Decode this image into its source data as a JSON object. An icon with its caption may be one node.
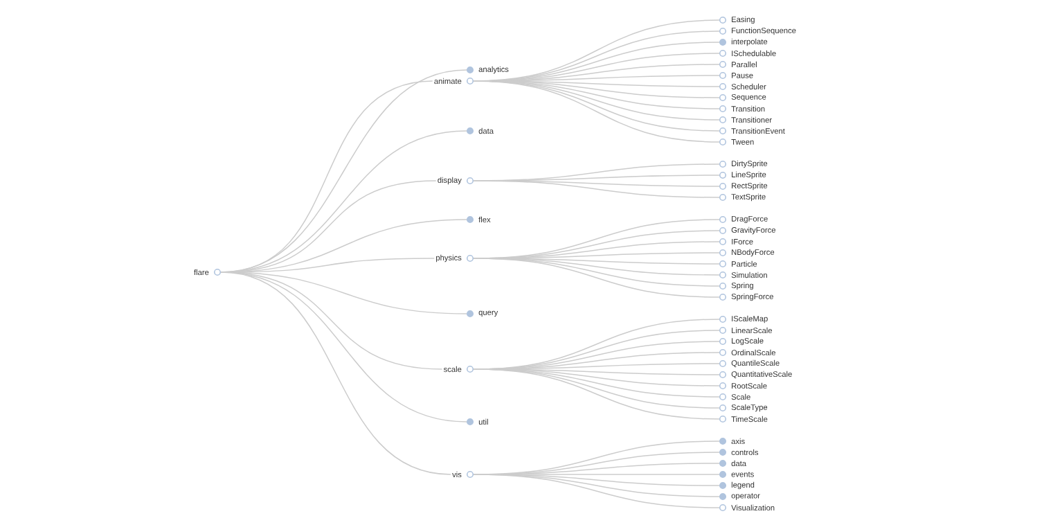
{
  "diagram": {
    "nodes": [
      {
        "text": [
          "flare"
        ]
      },
      {
        "text": [
          "analytics"
        ]
      },
      {
        "text": [
          "animate"
        ]
      },
      {
        "text": [
          "Easing"
        ]
      },
      {
        "text": [
          "FunctionSequence"
        ]
      },
      {
        "text": [
          "interpolate"
        ]
      },
      {
        "text": [
          "ISchedulable"
        ]
      },
      {
        "text": [
          "Parallel"
        ]
      },
      {
        "text": [
          "Pause"
        ]
      },
      {
        "text": [
          "Scheduler"
        ]
      },
      {
        "text": [
          "Sequence"
        ]
      },
      {
        "text": [
          "Transition"
        ]
      },
      {
        "text": [
          "Transitioner"
        ]
      },
      {
        "text": [
          "TransitionEvent"
        ]
      },
      {
        "text": [
          "Tween"
        ]
      },
      {
        "text": [
          "data"
        ]
      },
      {
        "text": [
          "display"
        ]
      },
      {
        "text": [
          "DirtySprite"
        ]
      },
      {
        "text": [
          "LineSprite"
        ]
      },
      {
        "text": [
          "RectSprite"
        ]
      },
      {
        "text": [
          "TextSprite"
        ]
      },
      {
        "text": [
          "flex"
        ]
      },
      {
        "text": [
          "physics"
        ]
      },
      {
        "text": [
          "DragForce"
        ]
      },
      {
        "text": [
          "GravityForce"
        ]
      },
      {
        "text": [
          "IForce"
        ]
      },
      {
        "text": [
          "NBodyForce"
        ]
      },
      {
        "text": [
          "Particle"
        ]
      },
      {
        "text": [
          "Simulation"
        ]
      },
      {
        "text": [
          "Spring"
        ]
      },
      {
        "text": [
          "SpringForce"
        ]
      },
      {
        "text": [
          "query"
        ]
      },
      {
        "text": [
          "scale"
        ]
      },
      {
        "text": [
          "IScaleMap"
        ]
      },
      {
        "text": [
          "LinearScale"
        ]
      },
      {
        "text": [
          "LogScale"
        ]
      },
      {
        "text": [
          "OrdinalScale"
        ]
      },
      {
        "text": [
          "QuantileScale"
        ]
      },
      {
        "text": [
          "QuantitativeScale"
        ]
      },
      {
        "text": [
          "RootScale"
        ]
      },
      {
        "text": [
          "Scale"
        ]
      },
      {
        "text": [
          "ScaleType"
        ]
      },
      {
        "text": [
          "TimeScale"
        ]
      },
      {
        "text": [
          "util"
        ]
      },
      {
        "text": [
          "vis"
        ]
      },
      {
        "text": [
          "axis"
        ]
      },
      {
        "text": [
          "controls"
        ]
      },
      {
        "text": [
          "data"
        ]
      },
      {
        "text": [
          "events"
        ]
      },
      {
        "text": [
          "legend"
        ]
      },
      {
        "text": [
          "operator"
        ]
      },
      {
        "text": [
          "Visualization"
        ]
      }
    ],
    "edges": [
      {
        "from": 0,
        "to": 1,
        "arrow": "none"
      },
      {
        "from": 0,
        "to": 2,
        "arrow": "none"
      },
      {
        "from": 2,
        "to": 3,
        "arrow": "none"
      },
      {
        "from": 2,
        "to": 4,
        "arrow": "none"
      },
      {
        "from": 2,
        "to": 5,
        "arrow": "none"
      },
      {
        "from": 2,
        "to": 6,
        "arrow": "none"
      },
      {
        "from": 2,
        "to": 7,
        "arrow": "none"
      },
      {
        "from": 2,
        "to": 8,
        "arrow": "none"
      },
      {
        "from": 2,
        "to": 9,
        "arrow": "none"
      },
      {
        "from": 2,
        "to": 10,
        "arrow": "none"
      },
      {
        "from": 2,
        "to": 11,
        "arrow": "none"
      },
      {
        "from": 2,
        "to": 12,
        "arrow": "none"
      },
      {
        "from": 2,
        "to": 13,
        "arrow": "none"
      },
      {
        "from": 2,
        "to": 14,
        "arrow": "none"
      },
      {
        "from": 0,
        "to": 15,
        "arrow": "none"
      },
      {
        "from": 0,
        "to": 16,
        "arrow": "none"
      },
      {
        "from": 16,
        "to": 17,
        "arrow": "none"
      },
      {
        "from": 16,
        "to": 18,
        "arrow": "none"
      },
      {
        "from": 16,
        "to": 19,
        "arrow": "none"
      },
      {
        "from": 16,
        "to": 20,
        "arrow": "none"
      },
      {
        "from": 0,
        "to": 21,
        "arrow": "none"
      },
      {
        "from": 0,
        "to": 22,
        "arrow": "none"
      },
      {
        "from": 22,
        "to": 23,
        "arrow": "none"
      },
      {
        "from": 22,
        "to": 24,
        "arrow": "none"
      },
      {
        "from": 22,
        "to": 25,
        "arrow": "none"
      },
      {
        "from": 22,
        "to": 26,
        "arrow": "none"
      },
      {
        "from": 22,
        "to": 27,
        "arrow": "none"
      },
      {
        "from": 22,
        "to": 28,
        "arrow": "none"
      },
      {
        "from": 22,
        "to": 29,
        "arrow": "none"
      },
      {
        "from": 22,
        "to": 30,
        "arrow": "none"
      },
      {
        "from": 0,
        "to": 31,
        "arrow": "none"
      },
      {
        "from": 0,
        "to": 32,
        "arrow": "none"
      },
      {
        "from": 32,
        "to": 33,
        "arrow": "none"
      },
      {
        "from": 32,
        "to": 34,
        "arrow": "none"
      },
      {
        "from": 32,
        "to": 35,
        "arrow": "none"
      },
      {
        "from": 32,
        "to": 36,
        "arrow": "none"
      },
      {
        "from": 32,
        "to": 37,
        "arrow": "none"
      },
      {
        "from": 32,
        "to": 38,
        "arrow": "none"
      },
      {
        "from": 32,
        "to": 39,
        "arrow": "none"
      },
      {
        "from": 32,
        "to": 40,
        "arrow": "none"
      },
      {
        "from": 32,
        "to": 41,
        "arrow": "none"
      },
      {
        "from": 32,
        "to": 42,
        "arrow": "none"
      },
      {
        "from": 0,
        "to": 43,
        "arrow": "none"
      },
      {
        "from": 0,
        "to": 44,
        "arrow": "none"
      },
      {
        "from": 44,
        "to": 45,
        "arrow": "none"
      },
      {
        "from": 44,
        "to": 46,
        "arrow": "none"
      },
      {
        "from": 44,
        "to": 47,
        "arrow": "none"
      },
      {
        "from": 44,
        "to": 48,
        "arrow": "none"
      },
      {
        "from": 44,
        "to": 49,
        "arrow": "none"
      },
      {
        "from": 44,
        "to": 50,
        "arrow": "none"
      },
      {
        "from": 44,
        "to": 51,
        "arrow": "none"
      }
    ]
  }
}
